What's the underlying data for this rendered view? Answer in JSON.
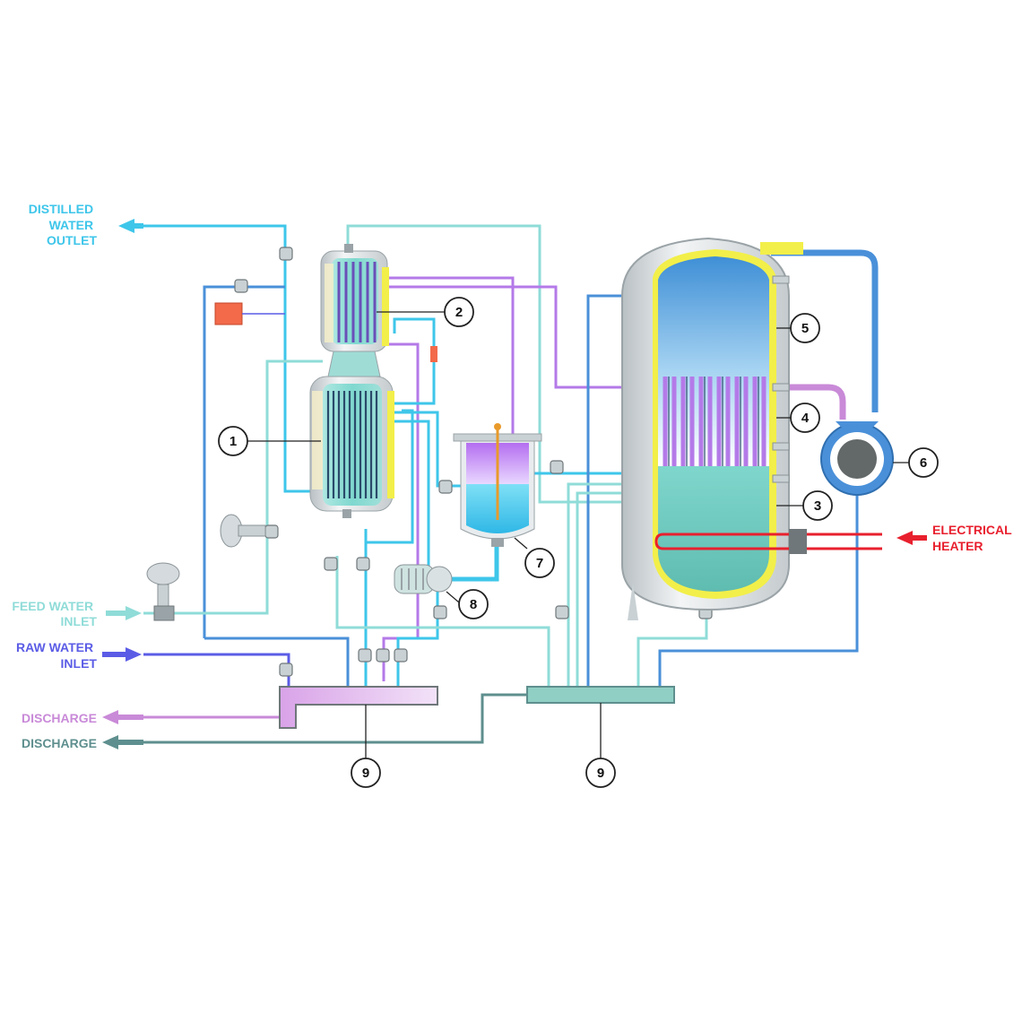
{
  "labels": {
    "distilled": [
      "DISTILLED",
      "WATER",
      "OUTLET"
    ],
    "feed": [
      "FEED WATER",
      "INLET"
    ],
    "raw": [
      "RAW WATER",
      "INLET"
    ],
    "discharge_a": "DISCHARGE",
    "discharge_b": "DISCHARGE",
    "heater": [
      "ELECTRICAL",
      "HEATER"
    ]
  },
  "callouts": {
    "c1": "1",
    "c2": "2",
    "c3": "3",
    "c4": "4",
    "c5": "5",
    "c6": "6",
    "c7": "7",
    "c8": "8",
    "c9a": "9",
    "c9b": "9"
  },
  "colors": {
    "distilled": "#3ec6ea",
    "feed": "#8fdcd8",
    "raw": "#5b5ce6",
    "discharge_purple": "#c98ad8",
    "discharge_teal": "#5e8f8e",
    "heater": "#e8202e",
    "pipe_blue": "#4a90d9",
    "purple": "#b47ae8",
    "jacket": "#f2ef4a"
  }
}
